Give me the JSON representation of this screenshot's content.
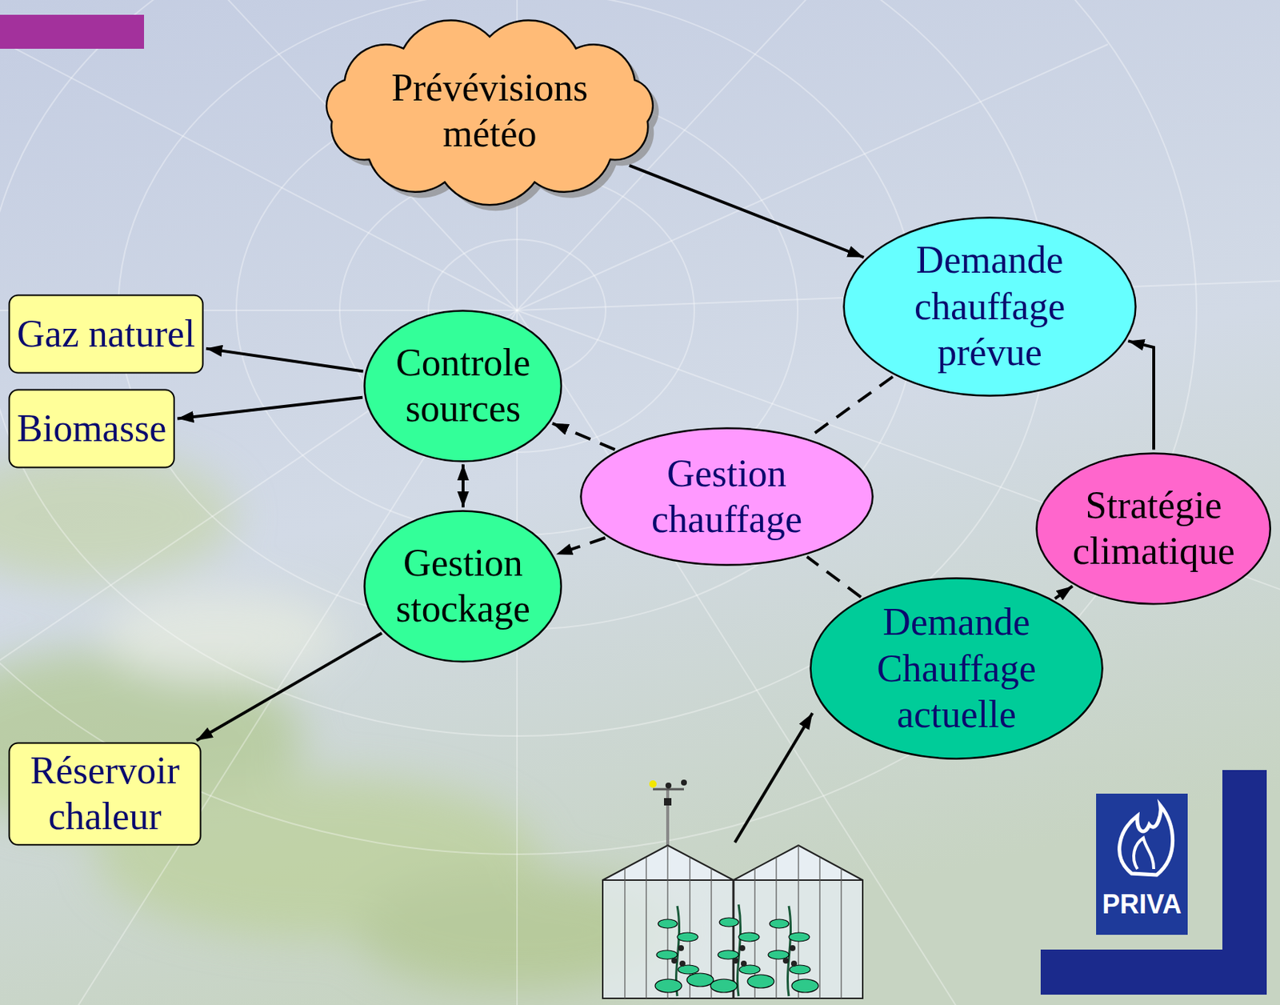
{
  "diagram": {
    "nodes": [
      {
        "text": [
          "Prévévisions météo"
        ]
      },
      {
        "text": [
          "Demande chauffage prévue"
        ]
      },
      {
        "text": [
          "Gaz naturel"
        ]
      },
      {
        "text": [
          "Controle sources"
        ]
      },
      {
        "text": [
          "Biomasse"
        ]
      },
      {
        "text": [
          "Gestion chauffage"
        ]
      },
      {
        "text": [
          "Gestion stockage"
        ]
      },
      {
        "text": [
          "Stratégie climatique"
        ]
      },
      {
        "text": [
          "Demande Chauffage actuelle"
        ]
      },
      {
        "text": [
          "Réservoir chaleur"
        ]
      }
    ],
    "edges": [
      {
        "from": 0,
        "to": 1,
        "arrow": "to"
      },
      {
        "from": 7,
        "to": 1,
        "arrow": "to"
      },
      {
        "from": 3,
        "to": 2,
        "arrow": "to"
      },
      {
        "from": 3,
        "to": 4,
        "arrow": "to"
      },
      {
        "from": 3,
        "to": 6,
        "arrow": "both"
      },
      {
        "from": 1,
        "to": 5,
        "arrow": "none"
      },
      {
        "from": 5,
        "to": 3,
        "arrow": "to"
      },
      {
        "from": 8,
        "to": 5,
        "arrow": "none"
      },
      {
        "from": 5,
        "to": 6,
        "arrow": "to"
      },
      {
        "from": 6,
        "to": 9,
        "arrow": "to"
      },
      {
        "from": 8,
        "to": 7,
        "arrow": "to"
      }
    ],
    "labels": [
      "PRIVA"
    ]
  }
}
